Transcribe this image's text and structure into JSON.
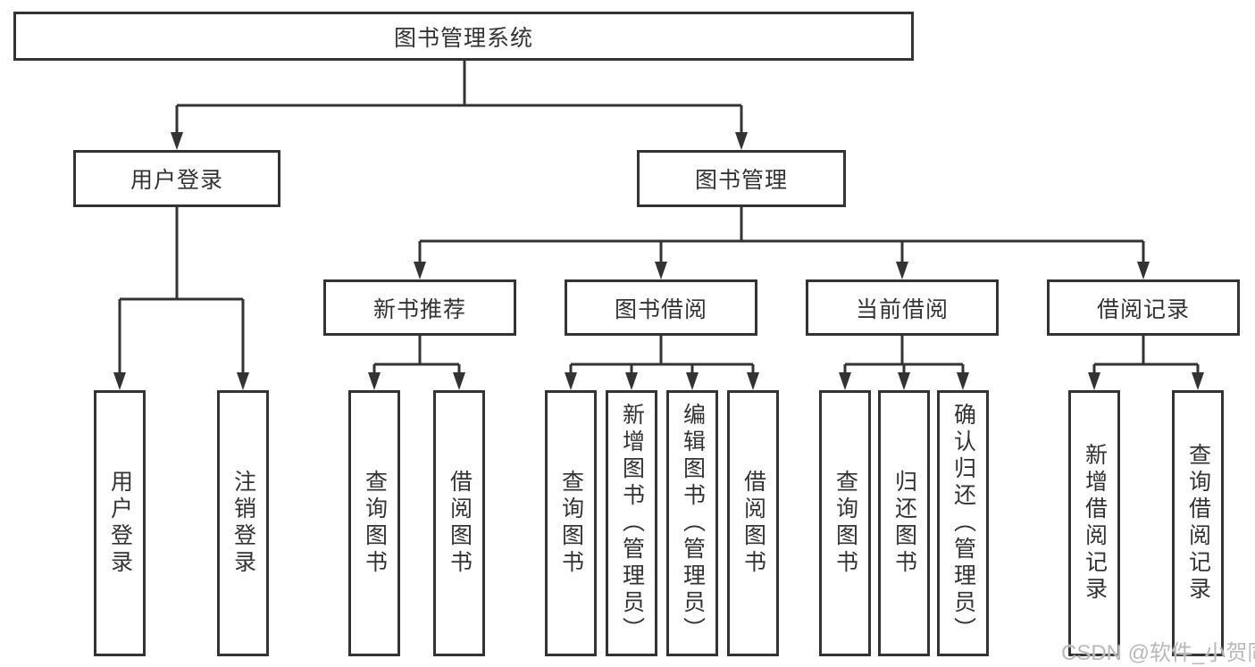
{
  "diagram": {
    "root": {
      "label": "图书管理系统"
    },
    "login": {
      "label": "用户登录",
      "children": [
        {
          "label": "用户登录"
        },
        {
          "label": "注销登录"
        }
      ]
    },
    "management": {
      "label": "图书管理",
      "groups": [
        {
          "label": "新书推荐",
          "children": [
            {
              "label": "查询图书"
            },
            {
              "label": "借阅图书"
            }
          ]
        },
        {
          "label": "图书借阅",
          "children": [
            {
              "label": "查询图书"
            },
            {
              "label": "新增图书（管理员）"
            },
            {
              "label": "编辑图书（管理员）"
            },
            {
              "label": "借阅图书"
            }
          ]
        },
        {
          "label": "当前借阅",
          "children": [
            {
              "label": "查询图书"
            },
            {
              "label": "归还图书"
            },
            {
              "label": "确认归还（管理员）"
            }
          ]
        },
        {
          "label": "借阅记录",
          "children": [
            {
              "label": "新增借阅记录"
            },
            {
              "label": "查询借阅记录"
            }
          ]
        }
      ]
    }
  },
  "watermark": {
    "text": "CSDN @软件_小贺同学"
  },
  "colors": {
    "line": "#333333",
    "text": "#333333",
    "watermark": "#b9b9b9",
    "background": "#ffffff"
  }
}
